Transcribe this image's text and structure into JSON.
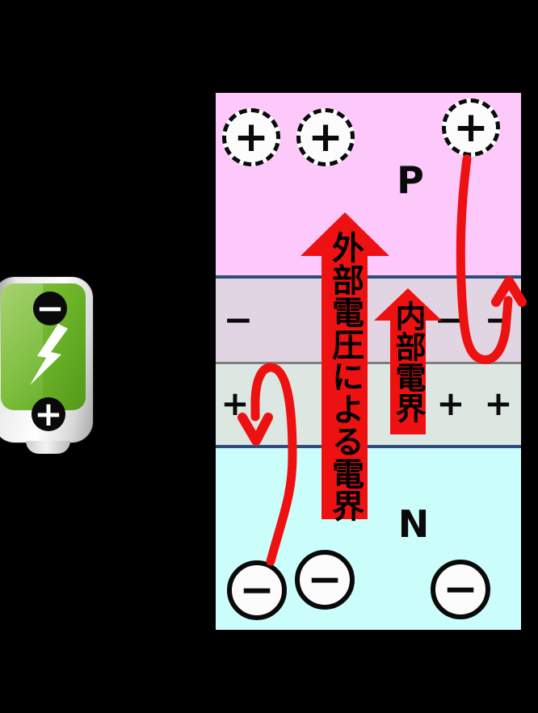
{
  "battery": {
    "negative_terminal": "−",
    "positive_terminal": "+"
  },
  "junction": {
    "p_label": "P",
    "n_label": "N",
    "holes": [
      "+",
      "+",
      "+"
    ],
    "electrons": [
      "−",
      "−",
      "−"
    ],
    "acceptor_ions": [
      "−",
      "−",
      "−"
    ],
    "donor_ions": [
      "+",
      "+",
      "+"
    ],
    "external_field_label": "外部電圧による電界",
    "internal_field_label": "内部電界"
  },
  "colors": {
    "background": "#000000",
    "p_region": "#fcc9fa",
    "negative_ion_band": "#e2d5e3",
    "positive_ion_band": "#dce7e2",
    "n_region": "#cbfefb",
    "junction_border_blue": "#2e4d7c",
    "band_border_gray": "#7f7f7f",
    "field_arrow_red": "#ee1111",
    "battery_green": "#6cb32a"
  }
}
